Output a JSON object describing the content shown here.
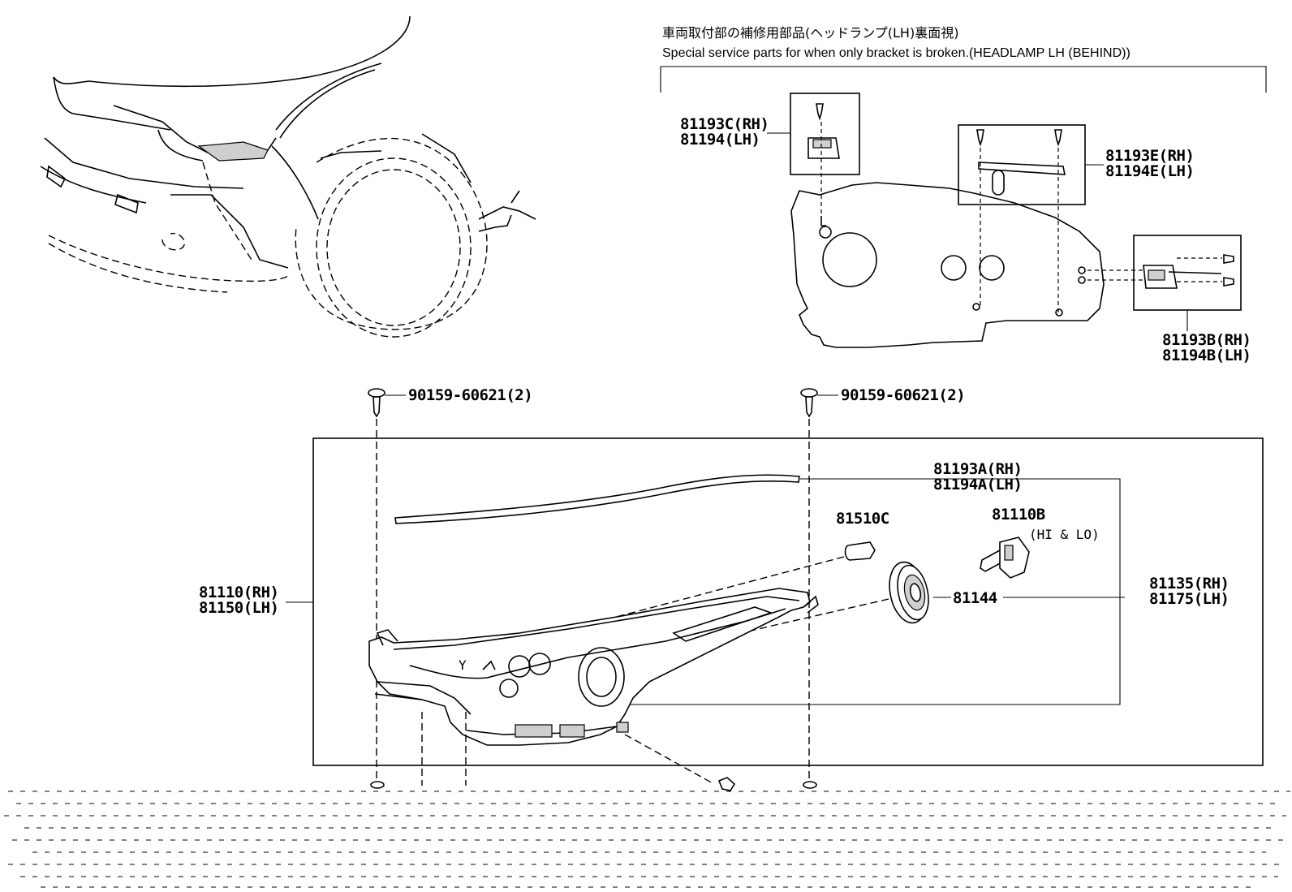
{
  "header": {
    "japanese": "車両取付部の補修用部品(ヘッドランプ(LH)裏面視)",
    "english": "Special service parts for when only bracket is broken.(HEADLAMP LH (BEHIND))"
  },
  "callouts": {
    "bracket_c": {
      "rh": "81193C(RH)",
      "lh": "81194(LH)"
    },
    "bracket_e": {
      "rh": "81193E(RH)",
      "lh": "81194E(LH)"
    },
    "bracket_b": {
      "rh": "81193B(RH)",
      "lh": "81194B(LH)"
    },
    "screw_left": "90159-60621(2)",
    "screw_right": "90159-60621(2)",
    "strip": {
      "rh": "81193A(RH)",
      "lh": "81194A(LH)"
    },
    "bulb_small": "81510C",
    "bulb_main": "81110B",
    "bulb_main_note": "(HI & LO)",
    "socket": "81144",
    "assembly": {
      "rh": "81110(RH)",
      "lh": "81150(LH)"
    },
    "unit": {
      "rh": "81135(RH)",
      "lh": "81175(LH)"
    }
  }
}
